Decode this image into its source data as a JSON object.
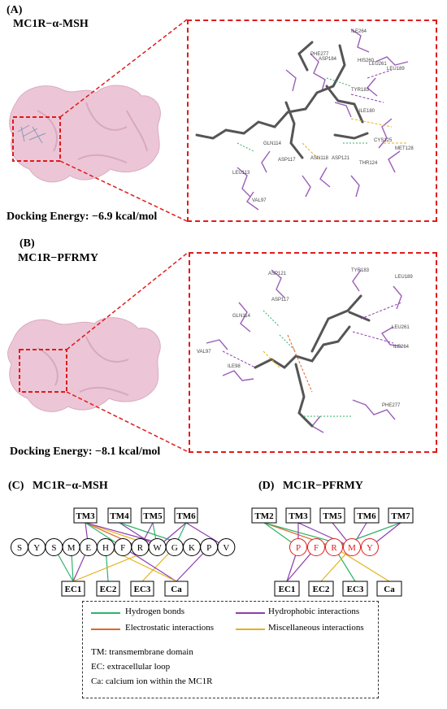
{
  "panel_a": {
    "label": "(A)",
    "title": "MC1R−α-MSH",
    "energy": "Docking Energy: −6.9 kcal/mol",
    "residues": [
      "ILE264",
      "PHE277",
      "ASP184",
      "HIS260",
      "LEU261",
      "LEU189",
      "TYR183",
      "ILE180",
      "CYS125",
      "MET128",
      "THR124",
      "ASP121",
      "ASN118",
      "ASP117",
      "GLN114",
      "LEU113",
      "VAL97"
    ]
  },
  "panel_b": {
    "label": "(B)",
    "title": "MC1R−PFRMY",
    "energy": "Docking Energy: −8.1 kcal/mol",
    "residues": [
      "TYR183",
      "ASP121",
      "LEU189",
      "ASP117",
      "LEU261",
      "GLN114",
      "ILE264",
      "VAL97",
      "ILE98",
      "PHE277"
    ]
  },
  "panel_c": {
    "label": "(C)",
    "title": "MC1R−α-MSH",
    "tm_boxes": [
      "TM3",
      "TM4",
      "TM5",
      "TM6"
    ],
    "ec_boxes": [
      "EC1",
      "EC2",
      "EC3",
      "Ca"
    ],
    "residues": [
      "S",
      "Y",
      "S",
      "M",
      "E",
      "H",
      "F",
      "R",
      "W",
      "G",
      "K",
      "P",
      "V"
    ]
  },
  "panel_d": {
    "label": "(D)",
    "title": "MC1R−PFRMY",
    "tm_boxes": [
      "TM2",
      "TM3",
      "TM5",
      "TM6",
      "TM7"
    ],
    "ec_boxes": [
      "EC1",
      "EC2",
      "EC3",
      "Ca"
    ],
    "residues": [
      "P",
      "F",
      "R",
      "M",
      "Y"
    ]
  },
  "legend": {
    "hydrogen": "Hydrogen bonds",
    "hydrophobic": "Hydrophobic interactions",
    "electrostatic": "Electrostatic interactions",
    "misc": "Miscellaneous interactions",
    "note_tm": "TM: transmembrane domain",
    "note_ec": "EC:  extracellular loop",
    "note_ca": "Ca:  calcium ion within the MC1R"
  },
  "colors": {
    "hydrogen": "#2fb36a",
    "hydrophobic": "#8b3fb0",
    "electrostatic": "#e0662a",
    "misc": "#e3b21c",
    "dash": "#e01b1b",
    "protein": "#ecc6d6"
  }
}
